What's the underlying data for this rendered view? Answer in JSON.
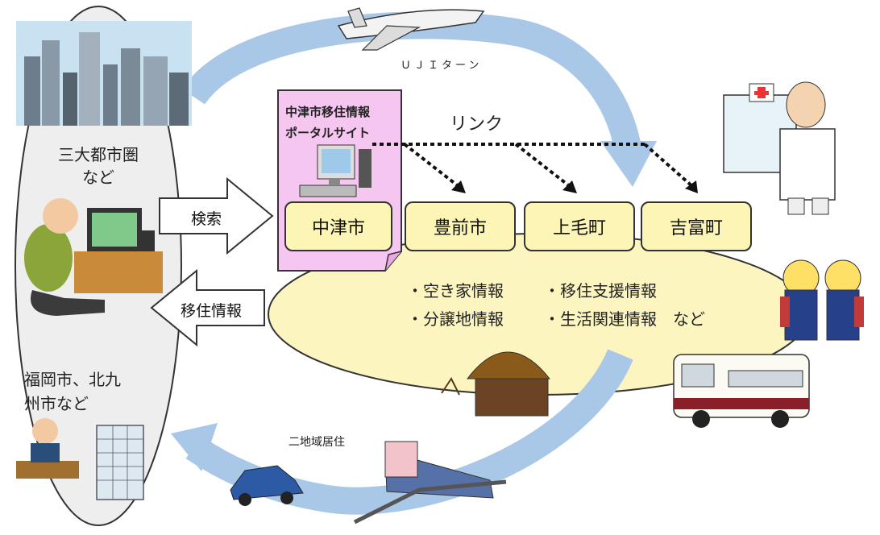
{
  "left_panel": {
    "metro_label": "三大都市圏\nなど",
    "metro_label_line1": "三大都市圏",
    "metro_label_line2": "など",
    "fukuoka_label_line1": "福岡市、北九",
    "fukuoka_label_line2": "州市など"
  },
  "arrows": {
    "search": "検索",
    "relocation_info": "移住情報",
    "uji_turn": "ＵＪＩターン",
    "dual_residence": "二地域居住"
  },
  "portal": {
    "title_line1": "中津市移住情報",
    "title_line2": "ポータルサイト"
  },
  "link_label": "リンク",
  "municipalities": [
    "中津市",
    "豊前市",
    "上毛町",
    "吉富町"
  ],
  "info_items": {
    "line1_a": "・空き家情報",
    "line1_b": "・移住支援情報",
    "line2_a": "・分譲地情報",
    "line2_b": "・生活関連情報　など"
  },
  "colors": {
    "big_arrow": "#a9c8e8",
    "portal_bg": "#f5c6f0",
    "muni_box": "#fdf5b6",
    "ellipse_fill": "#fdf5c0",
    "left_oval": "#eeeeee"
  }
}
